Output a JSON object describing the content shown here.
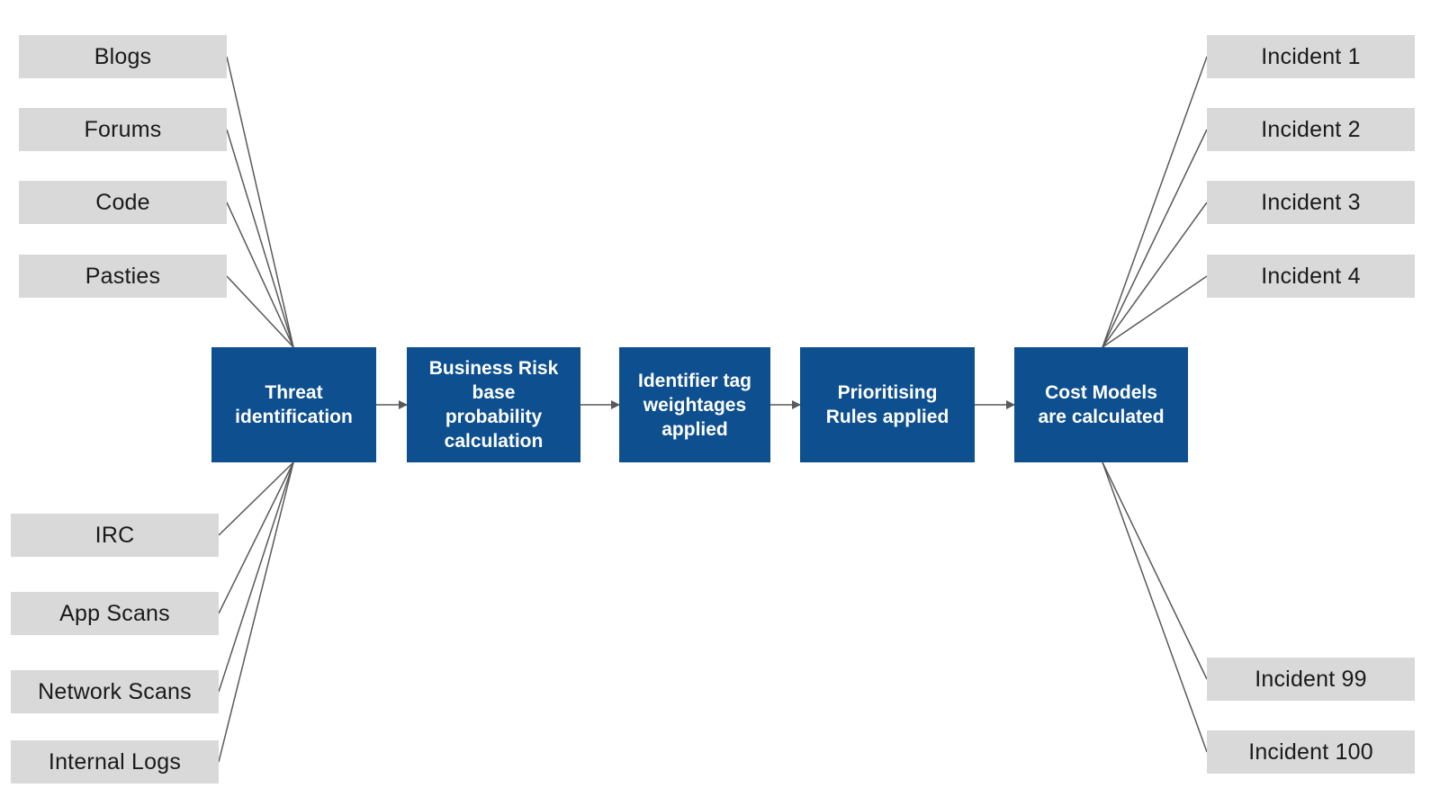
{
  "sources_top": [
    "Blogs",
    "Forums",
    "Code",
    "Pasties"
  ],
  "sources_bottom": [
    "IRC",
    "App Scans",
    "Network Scans",
    "Internal Logs"
  ],
  "steps": [
    "Threat\nidentification",
    "Business Risk\nbase\nprobability\ncalculation",
    "Identifier tag\nweightages\napplied",
    "Prioritising\nRules applied",
    "Cost Models\nare calculated"
  ],
  "incidents_top": [
    "Incident 1",
    "Incident 2",
    "Incident 3",
    "Incident 4"
  ],
  "incidents_bottom": [
    "Incident 99",
    "Incident 100"
  ],
  "colors": {
    "step_fill": "#0d4f8f",
    "step_text": "#ffffff",
    "source_fill": "#d9d9d9",
    "line": "#595959"
  }
}
